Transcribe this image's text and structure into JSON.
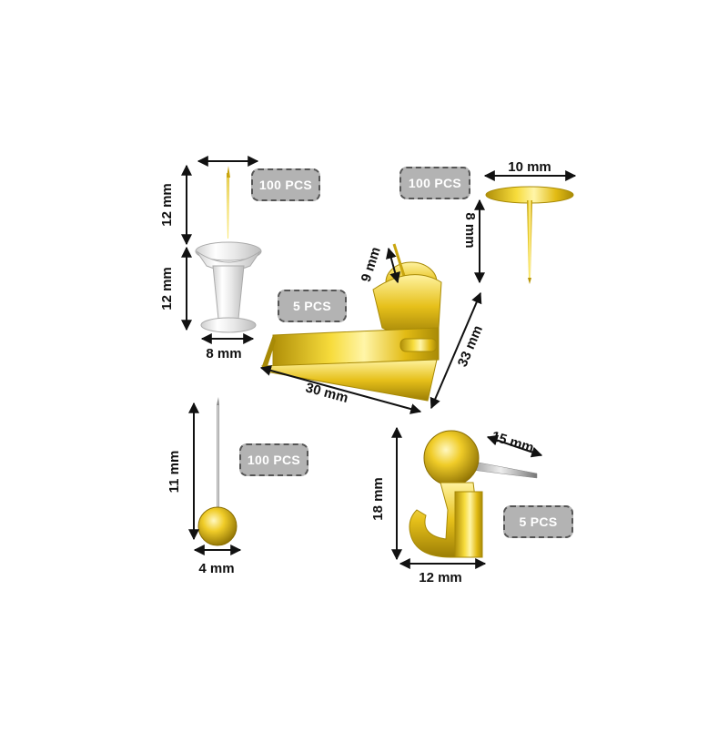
{
  "badges": {
    "pushpin": "100 PCS",
    "thumbtack": "100 PCS",
    "clip": "5 PCS",
    "pin": "100 PCS",
    "hook": "5 PCS"
  },
  "dimensions": {
    "pushpin_width": "8 mm",
    "pushpin_needle": "12 mm",
    "pushpin_body": "12 mm",
    "thumbtack_width": "10 mm",
    "thumbtack_height": "8 mm",
    "clip_pin": "9 mm",
    "clip_width": "30 mm",
    "clip_height": "33 mm",
    "pin_length": "11 mm",
    "pin_head": "4 mm",
    "hook_height": "18 mm",
    "hook_nail": "15 mm",
    "hook_width": "12 mm"
  },
  "colors": {
    "gold": "#e8c318",
    "gold_dark": "#a88a06",
    "gold_light": "#fff4a0",
    "badge_bg": "#b3b3b3"
  }
}
